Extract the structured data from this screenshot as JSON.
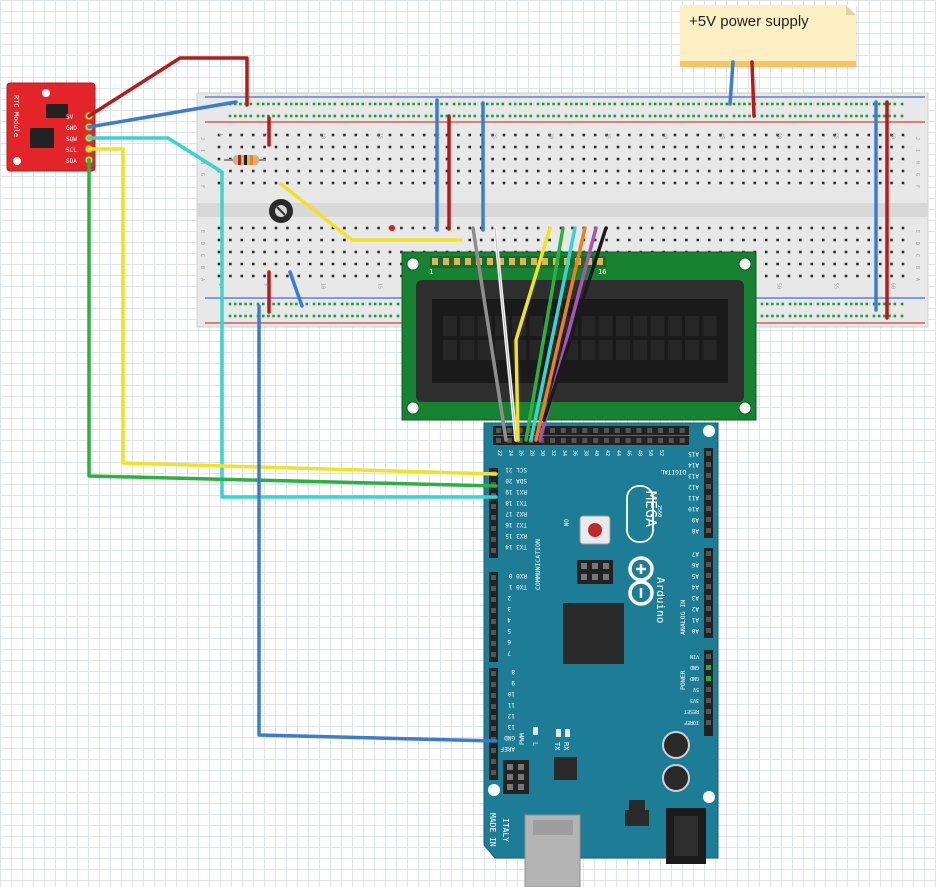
{
  "note": {
    "text": "+5V power supply"
  },
  "rtc": {
    "title": "RTC Module",
    "pins": [
      "5V",
      "GND",
      "SQW",
      "SCL",
      "SDA"
    ]
  },
  "lcd": {
    "pin1": "1",
    "pin16": "16"
  },
  "arduino": {
    "brand": "Arduino",
    "model": "MEGA",
    "model_sub": "2560",
    "made_in": [
      "MADE IN",
      "ITALY"
    ],
    "on_label": "ON",
    "digital_label": "DIGITAL",
    "pwm_label": "PWM",
    "communication_label": "COMMUNICATION",
    "analog_label": "ANALOG IN",
    "power_label": "POWER",
    "tx_label": "TX",
    "rx_label": "RX",
    "l_label": "L",
    "comm_pins": [
      "SCL 21",
      "SDA 20",
      "RX1 19",
      "TX1 18",
      "RX2 17",
      "TX2 16",
      "RX3 15",
      "TX3 14"
    ],
    "serial_pins": [
      "RX0 0",
      "TX0 1"
    ],
    "pwm_pins": [
      "2",
      "3",
      "4",
      "5",
      "6",
      "7"
    ],
    "pwm_pins_2": [
      "8",
      "9",
      "10",
      "11",
      "12",
      "13",
      "GND",
      "AREF"
    ],
    "analog_pins_top": [
      "A15",
      "A14",
      "A13",
      "A12",
      "A11",
      "A10",
      "A9",
      "A8"
    ],
    "analog_pins_bottom": [
      "A7",
      "A6",
      "A5",
      "A4",
      "A3",
      "A2",
      "A1",
      "A0"
    ],
    "power_pins": [
      "VIN",
      "GND",
      "GND",
      "5V",
      "3V3",
      "RESET",
      "IOREF"
    ],
    "digital_header_pins": [
      "22",
      "24",
      "26",
      "28",
      "30",
      "32",
      "34",
      "36",
      "38",
      "40",
      "42",
      "44",
      "46",
      "48",
      "50",
      "52"
    ]
  },
  "breadboard": {
    "row_letters": [
      "J",
      "I",
      "H",
      "G",
      "F",
      "E",
      "D",
      "C",
      "B",
      "A"
    ],
    "column_numbers": [
      "1",
      "5",
      "10",
      "15",
      "20",
      "25",
      "30",
      "35",
      "40",
      "45",
      "50",
      "55",
      "60"
    ]
  },
  "wire_colors": {
    "red": "#b51b1b",
    "blue": "#3a7ccf",
    "yellow": "#f1e226",
    "green": "#2bb041",
    "cyan": "#38d4d0",
    "orange": "#e8821a",
    "purple": "#a356b5",
    "black": "#1a1a1a",
    "gray": "#8e8e8e",
    "white": "#f4f4f4"
  },
  "board_colors": {
    "arduino": "#1d7d96",
    "lcd_pcb": "#178232",
    "rtc": "#e3252a",
    "breadboard": "#e6e6e6"
  }
}
